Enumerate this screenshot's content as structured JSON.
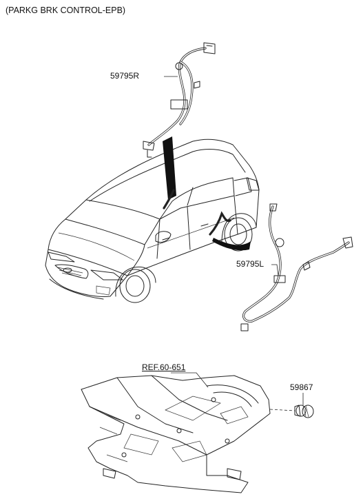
{
  "title": "(PARKG BRK CONTROL-EPB)",
  "parts": {
    "harness_right": "59795R",
    "harness_left": "59795L",
    "floor_ref": "REF.60-651",
    "clip": "59867"
  }
}
